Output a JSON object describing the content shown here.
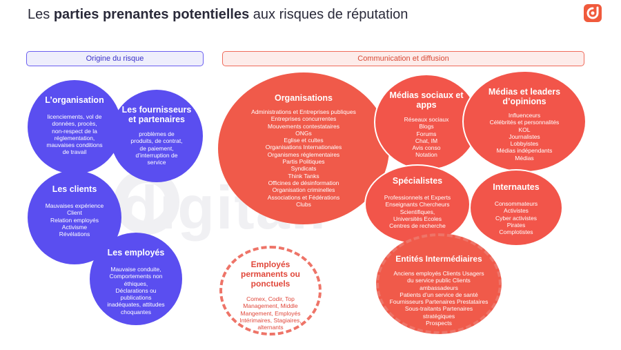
{
  "header": {
    "title_pre": "Les ",
    "title_bold": "parties prenantes potentielles",
    "title_post": " aux risques de réputation"
  },
  "watermark": "digitall",
  "sections": {
    "left": "Origine du risque",
    "right": "Communication et diffusion"
  },
  "bubbles": {
    "organisation": {
      "title": "L’organisation",
      "text": "licenciements, vol de\ndonnées, procès,\nnon-respect de la\nréglementation,\nmauvaises conditions\nde travail"
    },
    "fournisseurs": {
      "title": "Les fournisseurs\net partenaires",
      "text": "problèmes de\nproduits, de contrat,\nde paiement,\nd’interruption de\nservice"
    },
    "clients": {
      "title": "Les clients",
      "text": "Mauvaises expérience\nClient\nRelation employés\nActivisme\nRévélations"
    },
    "employes": {
      "title": "Les employés",
      "text": "Mauvaise conduite,\nComportements non\néthiques,\nDéclarations ou\npublications\ninadéquates, attitudes\nchoquantes"
    },
    "organisations": {
      "title": "Organisations",
      "text": "Administrations et Entreprises publiques\nEntreprises concurrentes\nMouvements contestataires\nONGs\nEglise et cultes\nOrganisations Internationales\nOrganismes réglementaires\nPartis Politiques\nSyndicats\nThink Tanks\nOfficines de désinformation\nOrganisation criminelles\nAssociations et Fédérations\nClubs"
    },
    "medias_sociaux": {
      "title": "Médias sociaux et\napps",
      "text": "Réseaux sociaux\nBlogs\nForums\nChat, IM\nAvis conso\nNotation"
    },
    "medias_leaders": {
      "title": "Médias et leaders\nd’opinions",
      "text": "Influenceurs\nCélébrités et personnalités\nKOL\nJournalistes\nLobbyistes\nMédias indépendants\nMédias"
    },
    "specialistes": {
      "title": "Spécialistes",
      "text": "Professionnels et Experts\nEnseignants Chercheurs\nScientifiques,\nUniversités Ecoles\nCentres de recherche"
    },
    "internautes": {
      "title": "Internautes",
      "text": "Consommateurs\nActivistes\nCyber activistes\nPirates\nComplotistes"
    },
    "employes_permanents": {
      "title": "Employés\npermanents ou\nponctuels",
      "text": "Comex, Codir,  Top\nManagement, Middle\nMangement, Employés\nIntérimaires, Stagiaires,\nalternants"
    },
    "entites": {
      "title": "Entités Intermédiaires",
      "text": "Anciens employés  Clients  Usagers\ndu service public  Clients\nambassadeurs\nPatients d’un service de santé\nFournisseurs Partenaires Prestataires\nSous-traitants Partenaires\nstratégiques\nProspects"
    }
  },
  "colors": {
    "purple": "#5a4ef0",
    "coral": "#f05a4a",
    "dashed_border": "#ee7468",
    "brand": "#f05a3c"
  }
}
